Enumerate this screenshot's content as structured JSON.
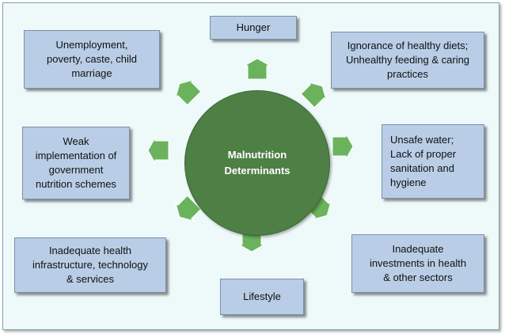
{
  "center": {
    "line1": "Malnutrition",
    "line2": "Determinants"
  },
  "boxes": {
    "hunger": [
      "Hunger"
    ],
    "ignorance": [
      "Ignorance of healthy diets;",
      "Unhealthy feeding & caring",
      "practices"
    ],
    "unsafe_water": [
      "Unsafe water;",
      "Lack of proper",
      "sanitation and",
      "hygiene"
    ],
    "investments": [
      "Inadequate",
      "investments in health",
      "& other sectors"
    ],
    "lifestyle": [
      "Lifestyle"
    ],
    "health_infra": [
      "Inadequate health",
      "infrastructure, technology",
      "& services"
    ],
    "weak_impl": [
      "Weak",
      "implementation of",
      "government",
      "nutrition schemes"
    ],
    "unemployment": [
      "Unemployment,",
      "poverty, caste, child",
      "marriage"
    ]
  },
  "colors": {
    "box_fill": "#b9cde6",
    "circle_fill": "#4e7f44",
    "arrow_fill": "#6ab35c",
    "background": "#eefafa"
  }
}
